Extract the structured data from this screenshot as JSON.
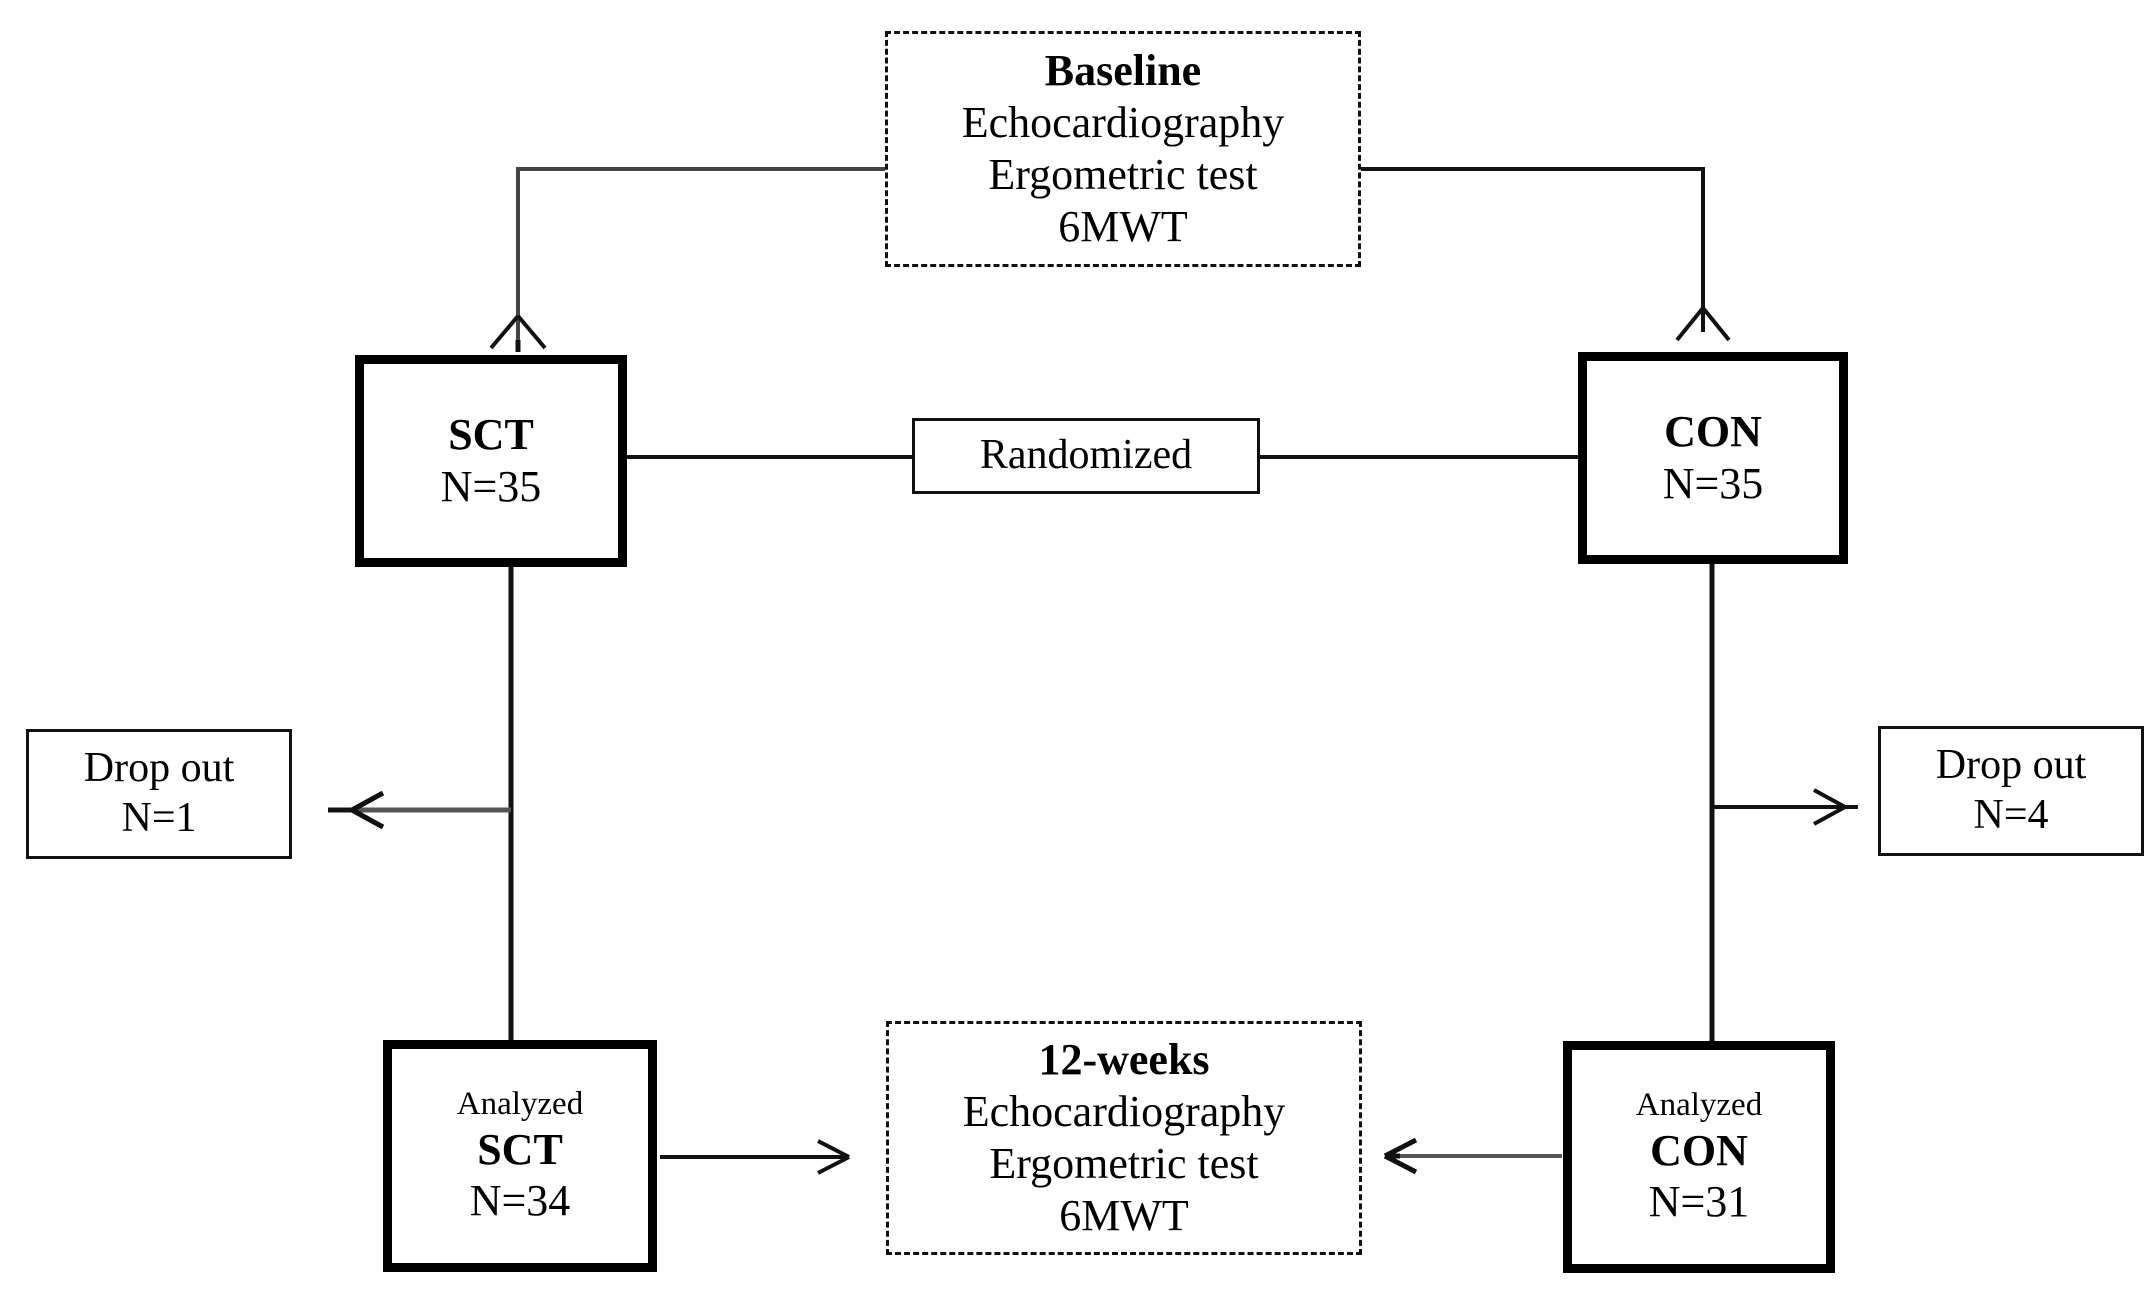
{
  "diagram": {
    "type": "consort-flow-diagram",
    "colors": {
      "stroke": "#111111",
      "background": "#ffffff",
      "text": "#000000"
    },
    "nodes": {
      "baseline": {
        "style": "dashed",
        "title": "Baseline",
        "line1": "Echocardiography",
        "line2": "Ergometric test",
        "line3": "6MWT"
      },
      "randomized": {
        "style": "thin",
        "label": "Randomized"
      },
      "sct": {
        "style": "thick",
        "title": "SCT",
        "count": "N=35"
      },
      "con": {
        "style": "thick",
        "title": "CON",
        "count": "N=35"
      },
      "dropout_left": {
        "style": "thin",
        "title": "Drop out",
        "count": "N=1"
      },
      "dropout_right": {
        "style": "thin",
        "title": "Drop out",
        "count": "N=4"
      },
      "analyzed_sct": {
        "style": "thick",
        "prefix": "Analyzed",
        "title": "SCT",
        "count": "N=34"
      },
      "analyzed_con": {
        "style": "thick",
        "prefix": "Analyzed",
        "title": "CON",
        "count": "N=31"
      },
      "twelve_weeks": {
        "style": "dashed",
        "title": "12-weeks",
        "line1": "Echocardiography",
        "line2": "Ergometric test",
        "line3": "6MWT"
      }
    },
    "edges": [
      {
        "name": "baseline-to-sct",
        "from": "baseline",
        "to": "sct",
        "arrow": "down"
      },
      {
        "name": "baseline-to-con",
        "from": "baseline",
        "to": "con",
        "arrow": "down"
      },
      {
        "name": "sct-to-randomized",
        "from": "sct",
        "to": "randomized",
        "arrow": "none"
      },
      {
        "name": "randomized-to-con",
        "from": "randomized",
        "to": "con",
        "arrow": "none"
      },
      {
        "name": "sct-to-analyzed-sct",
        "from": "sct",
        "to": "analyzed_sct",
        "arrow": "none"
      },
      {
        "name": "con-to-analyzed-con",
        "from": "con",
        "to": "analyzed_con",
        "arrow": "none"
      },
      {
        "name": "sct-to-dropout-left",
        "from": "sct",
        "to": "dropout_left",
        "arrow": "left"
      },
      {
        "name": "con-to-dropout-right",
        "from": "con",
        "to": "dropout_right",
        "arrow": "right"
      },
      {
        "name": "analyzed-sct-to-twelve-weeks",
        "from": "analyzed_sct",
        "to": "twelve_weeks",
        "arrow": "right"
      },
      {
        "name": "analyzed-con-to-twelve-weeks",
        "from": "analyzed_con",
        "to": "twelve_weeks",
        "arrow": "left"
      }
    ]
  }
}
